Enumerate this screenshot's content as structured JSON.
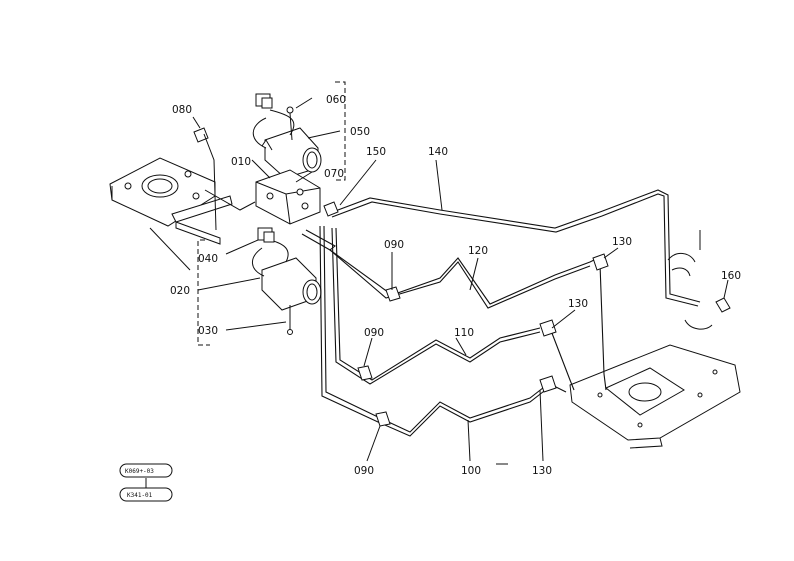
{
  "labels": {
    "p010": "010",
    "p020": "020",
    "p030": "030",
    "p040": "040",
    "p050": "050",
    "p060": "060",
    "p070": "070",
    "p080": "080",
    "p090a": "090",
    "p090b": "090",
    "p090c": "090",
    "p100": "100",
    "p110": "110",
    "p120": "120",
    "p130a": "130",
    "p130b": "130",
    "p130c": "130",
    "p140": "140",
    "p150": "150",
    "p160": "160"
  },
  "badges": {
    "top": "K069+-03",
    "bottom": "K341-01"
  }
}
